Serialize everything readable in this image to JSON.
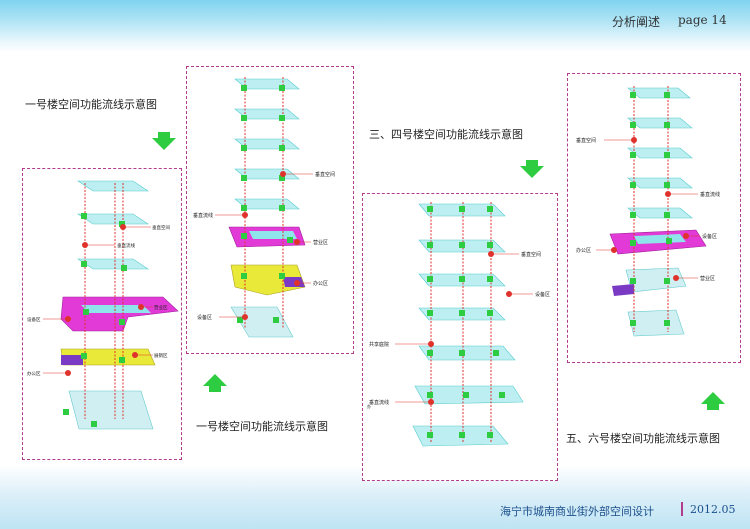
{
  "header": {
    "section_title": "分析阐述",
    "page_label": "page 14"
  },
  "captions": {
    "building1_top": "一号楼空间功能流线示意图",
    "building1_bottom": "一号楼空间功能流线示意图",
    "building34": "三、四号楼空间功能流线示意图",
    "building56": "五、六号楼空间功能流线示意图"
  },
  "labels": {
    "b1": {
      "vertical_space": "垂直空间",
      "vertical_flow": "垂直流线",
      "business": "营业区",
      "equipment": "设备区",
      "office": "办公区",
      "lobby": "展销区"
    },
    "b2": {
      "vertical_space": "垂直空间",
      "vertical_flow": "垂直流线",
      "business": "营业区",
      "office": "办公区",
      "equipment": "设备区"
    },
    "b34": {
      "vertical_space": "垂直空间",
      "equipment": "设备区",
      "shared_hall": "共享庭院",
      "vertical_flow": "垂直流线",
      "misc": "办"
    },
    "b56": {
      "vertical_space": "垂直空间",
      "vertical_flow": "垂直流线",
      "office": "办公区",
      "equipment": "设备区",
      "business": "营业区"
    }
  },
  "footer": {
    "project": "海宁市城南商业街外部空间设计",
    "date": "2012.05"
  },
  "colors": {
    "frame": "#b23b8e",
    "arrow": "#2ecc40",
    "flow": "#e0322c",
    "slab": "#8fe3ea",
    "business": "#e23ad6",
    "office": "#e9e93a"
  }
}
